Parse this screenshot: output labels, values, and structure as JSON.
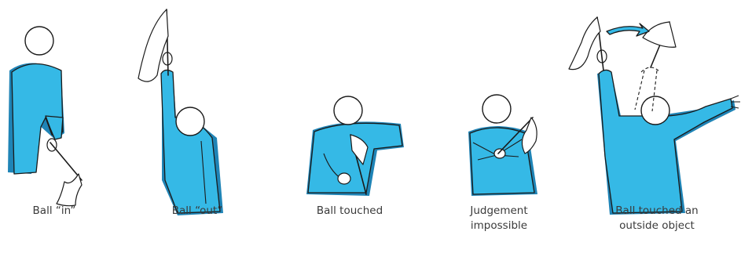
{
  "colors": {
    "body": "#35b9e6",
    "shadow": "#1f84b6",
    "line": "#1a1a1a",
    "head": "#ffffff"
  },
  "signals": [
    {
      "id": "ball-in",
      "caption_lines": [
        "Ball “in”"
      ]
    },
    {
      "id": "ball-out",
      "caption_lines": [
        "Ball “out”"
      ]
    },
    {
      "id": "ball-touched",
      "caption_lines": [
        "Ball touched"
      ]
    },
    {
      "id": "judgement-impossible",
      "caption_lines": [
        "Judgement",
        "impossible"
      ]
    },
    {
      "id": "ball-touched-outside-object",
      "caption_lines": [
        "Ball touched an",
        "outside object"
      ]
    }
  ]
}
